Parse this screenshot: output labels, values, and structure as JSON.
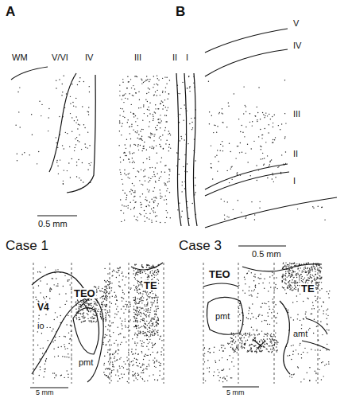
{
  "diagram": {
    "labels": [
      "A",
      "WM",
      "V/VI",
      "IV",
      "III",
      "II",
      "I",
      "0.5 mm",
      "B",
      "V",
      "IV",
      "III",
      "II",
      "I",
      "0.5 mm",
      "Case 1",
      "V4",
      "TEO",
      "TE",
      "io",
      "pmt",
      "5 mm",
      "Case 3",
      "TEO",
      "TE",
      "pmt",
      "amt",
      "5 mm"
    ]
  }
}
